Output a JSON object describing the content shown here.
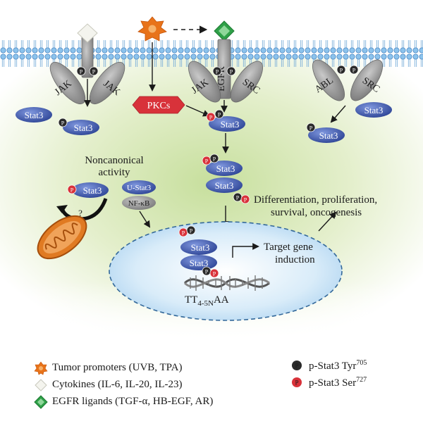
{
  "labels": {
    "noncanonical_line1": "Noncanonical",
    "noncanonical_line2": "activity",
    "question": "?",
    "outcome_line1": "Differentiation, proliferation,",
    "outcome_line2": "survival, oncogenesis",
    "target_line1": "Target gene",
    "target_line2": "induction",
    "tt_prefix": "TT",
    "tt_sub": "4-5N",
    "tt_suffix": "AA"
  },
  "proteins": {
    "jak": "JAK",
    "egfr": "EGFR",
    "src": "SRC",
    "abl": "ABL",
    "pkcs": "PKCs",
    "stat3": "Stat3",
    "u_stat3": "U-Stat3",
    "nfkb": "NF-κB",
    "p": "P"
  },
  "legend": {
    "tumor_promoters": "Tumor promoters (UVB, TPA)",
    "cytokines": "Cytokines (IL-6, IL-20, IL-23)",
    "egfr_ligands": "EGFR ligands (TGF-α, HB-EGF, AR)",
    "tyr_label": "p-Stat3 Tyr",
    "tyr_sup": "705",
    "ser_label": "p-Stat3 Ser",
    "ser_sup": "727"
  },
  "colors": {
    "stat3_blue": "#3a52a8",
    "p_black": "#2a2a2a",
    "p_red": "#d8323a",
    "pkc_red": "#d8323a",
    "receptor_gray": "#8e8e8e",
    "tumor_orange": "#e8731a",
    "egfr_green": "#2fa048",
    "membrane_blue": "#7ab6e6",
    "mito_orange": "#e07a22"
  }
}
